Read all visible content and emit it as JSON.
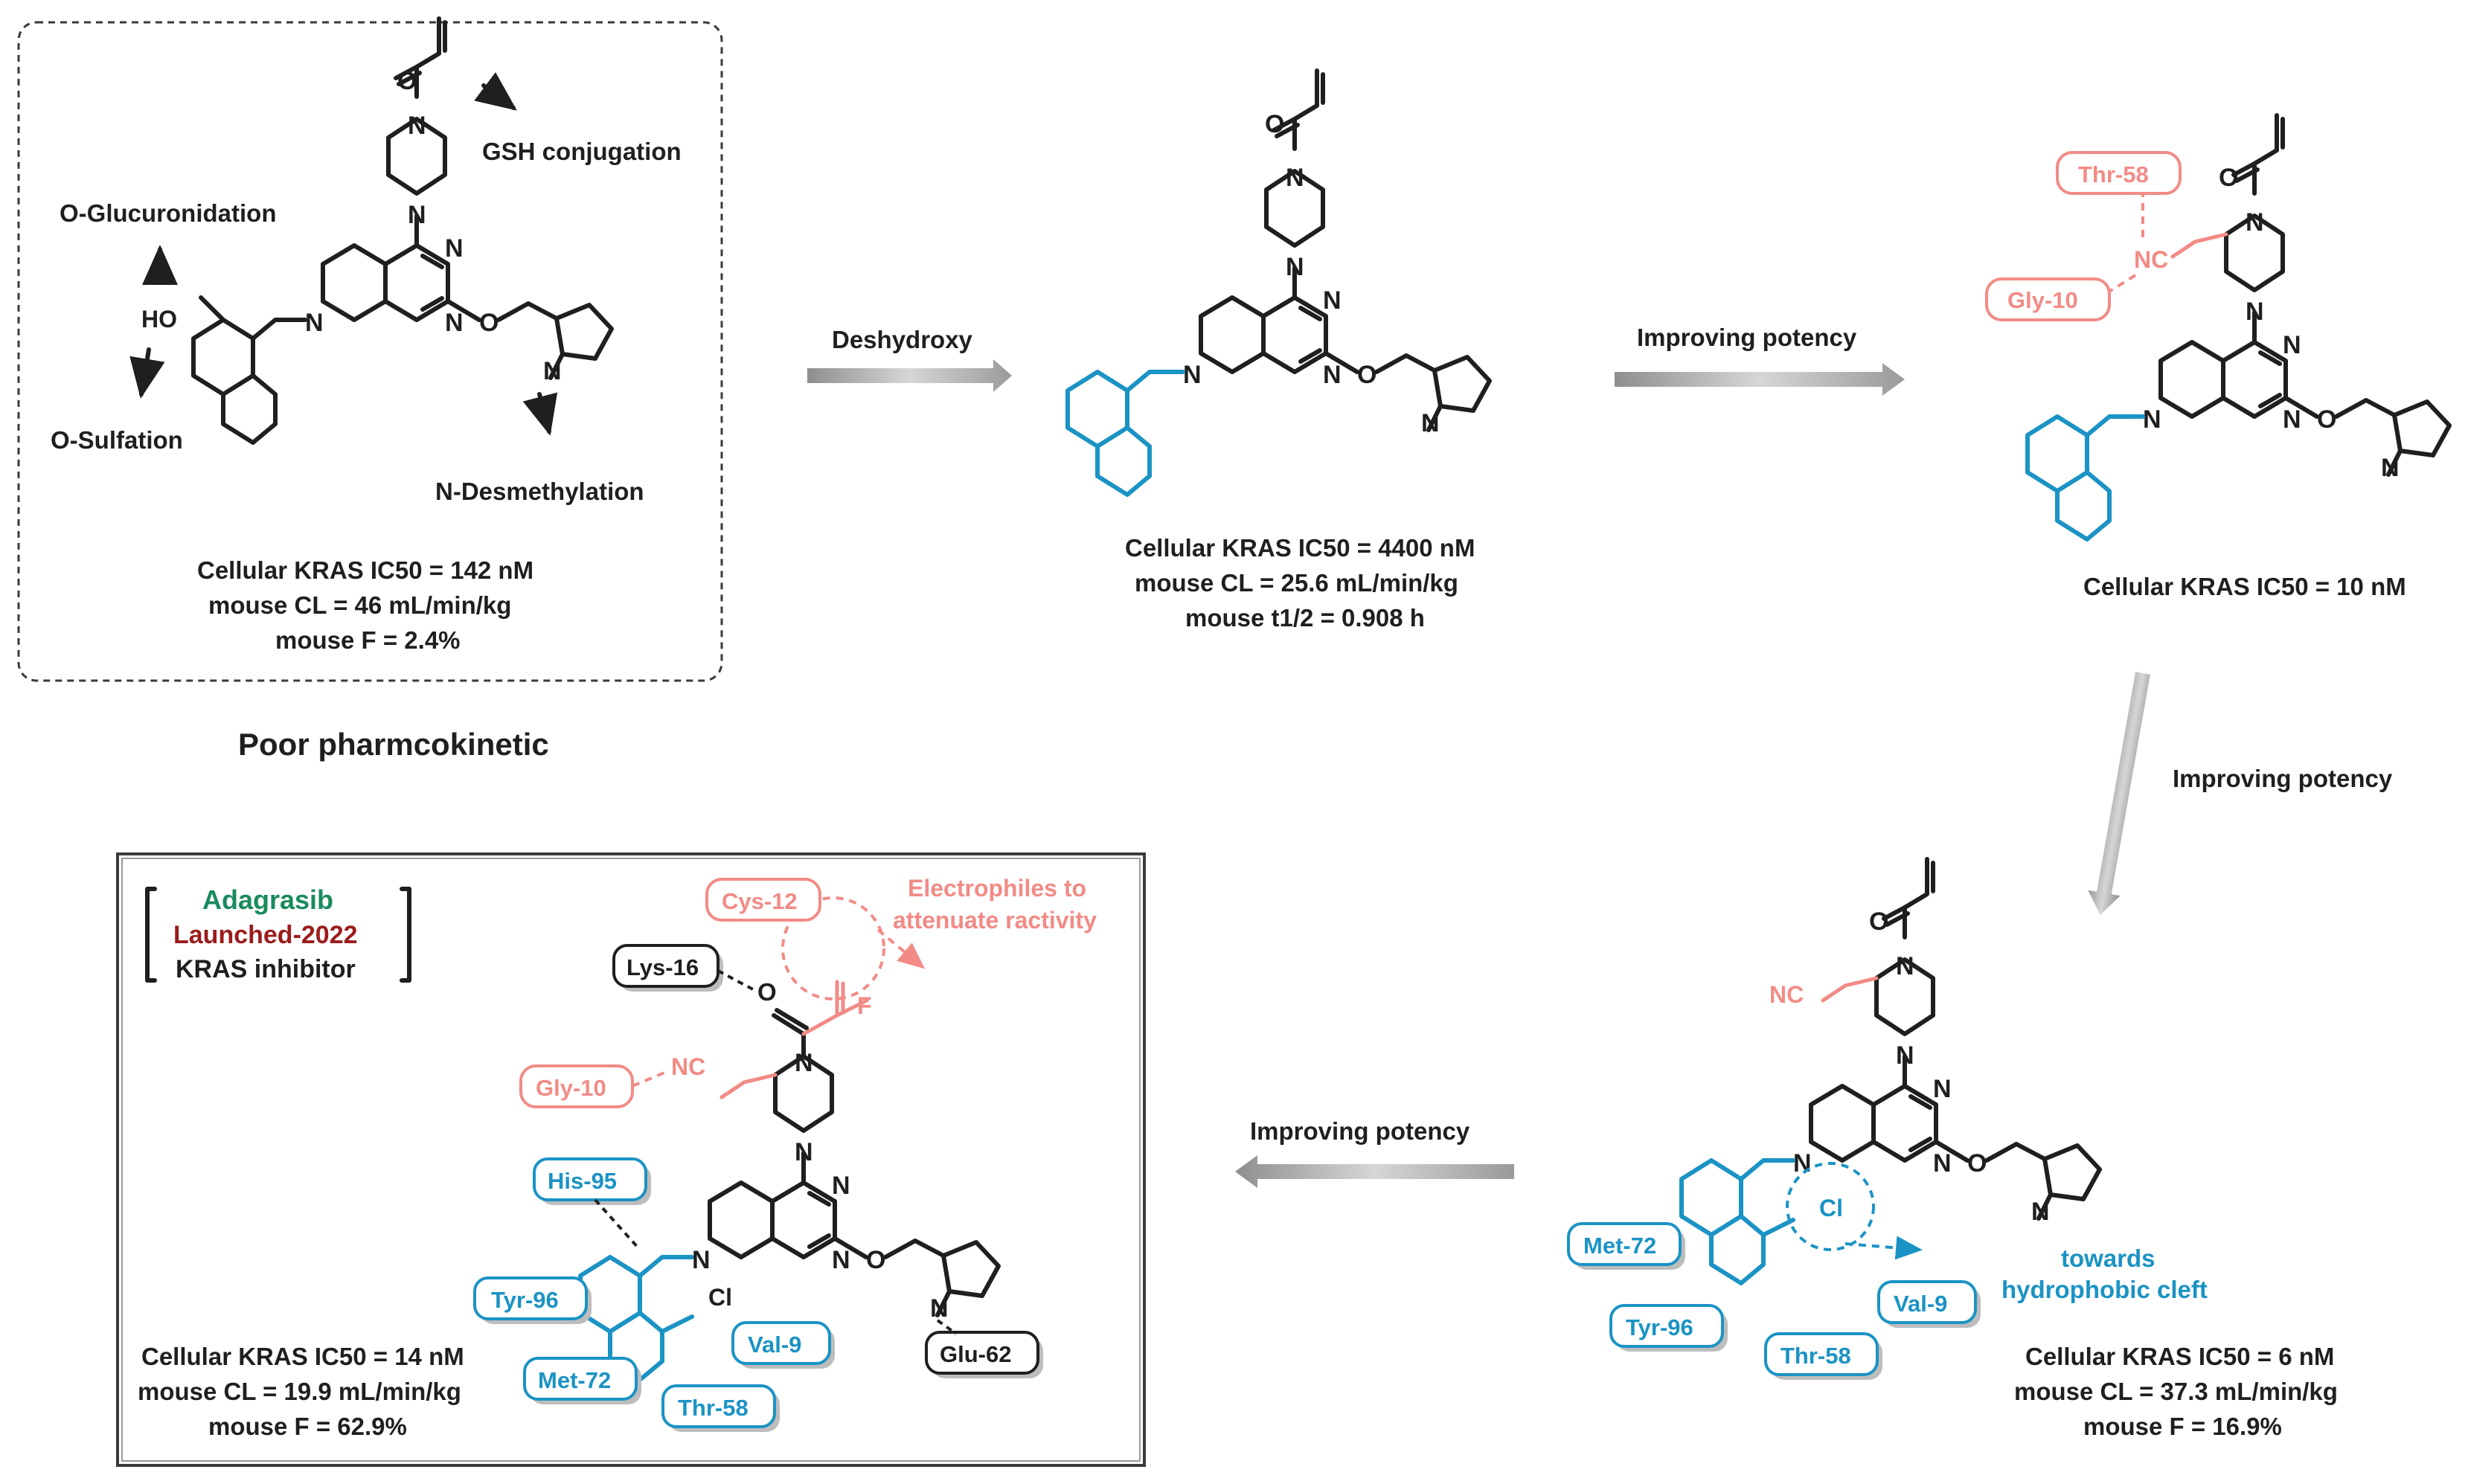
{
  "figure": {
    "title_poor_pk": "Poor pharmcokinetic"
  },
  "compound1": {
    "label_hydroxy": "HO",
    "metabolism": {
      "gsh": "GSH conjugation",
      "glucuronidation": "O-Glucuronidation",
      "sulfation": "O-Sulfation",
      "desmethylation": "N-Desmethylation"
    },
    "stats": {
      "line1": "Cellular KRAS IC50 = 142 nM",
      "line2": "mouse CL = 46 mL/min/kg",
      "line3": "mouse F = 2.4%"
    }
  },
  "compound2": {
    "stats": {
      "line1": "Cellular KRAS IC50 = 4400 nM",
      "line2": "mouse CL = 25.6 mL/min/kg",
      "line3": "mouse t1/2 = 0.908 h"
    }
  },
  "compound3": {
    "residues": [
      "Thr-58",
      "Gly-10"
    ],
    "nc": "NC",
    "stats": {
      "line1": "Cellular KRAS IC50 = 10 nM"
    }
  },
  "compound4": {
    "residues": [
      "Met-72",
      "Tyr-96",
      "Thr-58",
      "Val-9"
    ],
    "nc": "NC",
    "cl": "Cl",
    "annotation": [
      "towards",
      "hydrophobic cleft"
    ],
    "stats": {
      "line1": "Cellular KRAS IC50 = 6 nM",
      "line2": "mouse CL = 37.3 mL/min/kg",
      "line3": "mouse F = 16.9%"
    }
  },
  "adagrasib": {
    "name": "Adagrasib",
    "launched": "Launched-2022",
    "class": "KRAS inhibitor",
    "electrophile_note": [
      "Electrophiles to",
      "attenuate ractivity"
    ],
    "residues_pink": [
      "Cys-12",
      "Gly-10"
    ],
    "residues_black": [
      "Lys-16",
      "Glu-62"
    ],
    "residues_blue": [
      "His-95",
      "Tyr-96",
      "Met-72",
      "Val-9",
      "Thr-58"
    ],
    "atoms": {
      "f": "F",
      "cl": "Cl",
      "nc": "NC",
      "o": "O"
    },
    "stats": {
      "line1": "Cellular KRAS IC50 = 14 nM",
      "line2": "mouse CL = 19.9 mL/min/kg",
      "line3": "mouse F = 62.9%"
    }
  },
  "arrows": {
    "step1": "Deshydroxy",
    "step2": "Improving potency",
    "step3": "Improving potency",
    "step4": "Improving potency"
  },
  "atoms": {
    "n": "N",
    "o": "O"
  },
  "colors": {
    "blue": "#1b93c4",
    "pink": "#f28b86",
    "green": "#1a8a5c",
    "darkred": "#9b1c1c",
    "black": "#1f1f1f"
  }
}
